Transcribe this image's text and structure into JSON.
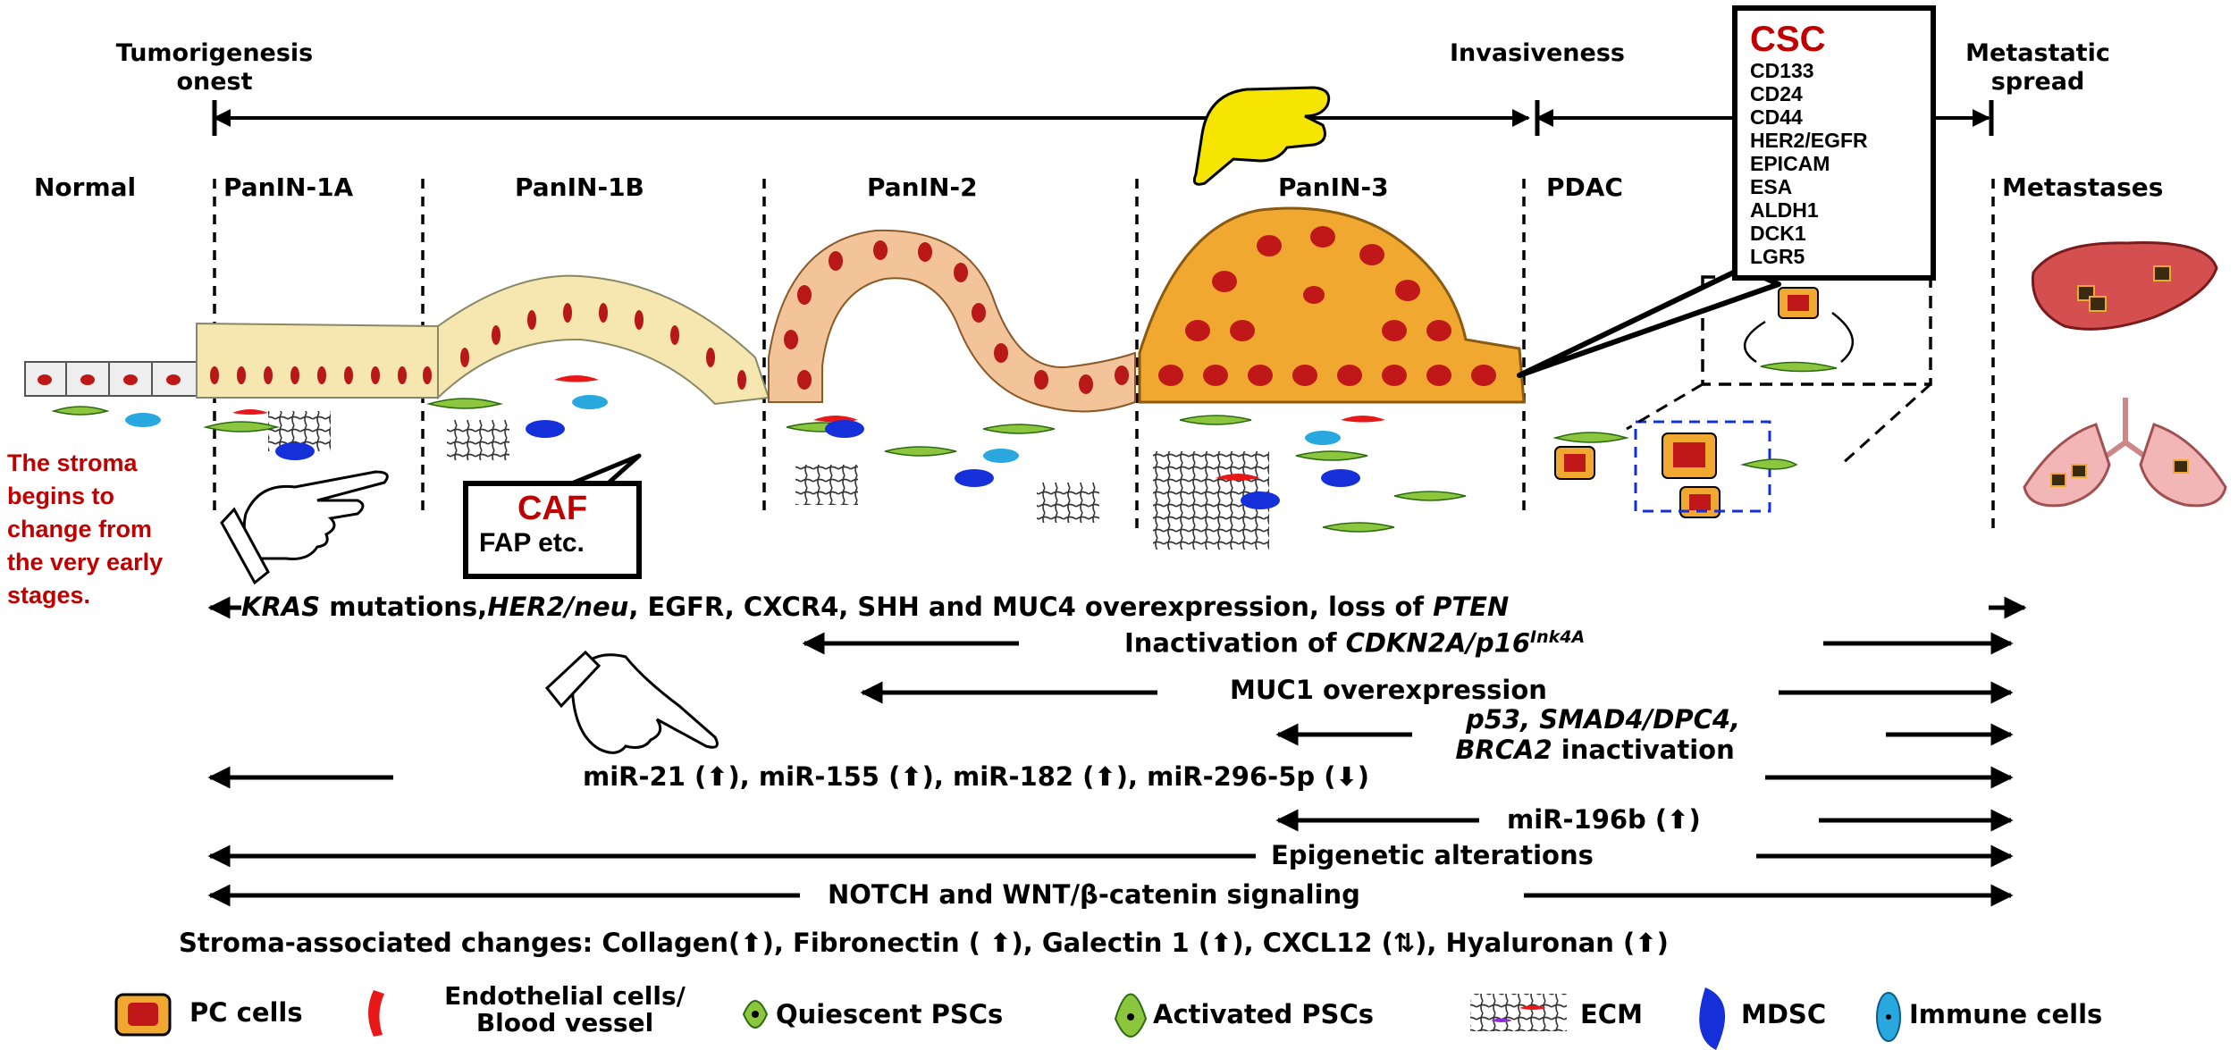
{
  "timeline": {
    "tumorigenesis": "Tumorigenesis onest",
    "invasiveness": "Invasiveness",
    "metastatic": "Metastatic spread"
  },
  "stages": [
    "Normal",
    "PanIN-1A",
    "PanIN-1B",
    "PanIN-2",
    "PanIN-3",
    "PDAC",
    "Metastases"
  ],
  "csc": {
    "title": "CSC",
    "markers": [
      "CD133",
      "CD24",
      "CD44",
      "HER2/EGFR",
      "EPICAM",
      "ESA",
      "ALDH1",
      "DCK1",
      "LGR5"
    ]
  },
  "caf": {
    "title": "CAF",
    "sub": "FAP etc."
  },
  "stroma_note": "The stroma begins to change from the very early stages.",
  "rows": {
    "kras": {
      "kras": "KRAS",
      "mut": " mutations,",
      "her2": "HER2/neu",
      "rest": ", EGFR, CXCR4, SHH and MUC4 overexpression, loss of ",
      "pten": "PTEN"
    },
    "cdkn2a": {
      "pre": "Inactivation of ",
      "gene": "CDKN2A/p16",
      "sup": "Ink4A"
    },
    "muc1": "MUC1 overexpression",
    "p53": {
      "line1": "p53, SMAD4/DPC4,",
      "brca": "BRCA2",
      "inact": " inactivation"
    },
    "mir": {
      "a": "miR-21 (",
      "b": "), miR-155 (",
      "c": "), miR-182 (",
      "d": "), miR-296-5p (",
      "e": ")"
    },
    "mir196": {
      "a": "miR-196b (",
      "b": ")"
    },
    "epigenetic": "Epigenetic alterations",
    "notch": "NOTCH and WNT/β-catenin signaling",
    "stromal": {
      "a": "Stroma-associated changes: Collagen(",
      "b": "), Fibronectin ( ",
      "c": "), Galectin 1 (",
      "d": "), CXCL12 (",
      "e": "), Hyaluronan (",
      "f": ")"
    }
  },
  "legend": {
    "pc": "PC cells",
    "endo1": "Endothelial cells/",
    "endo2": "Blood vessel",
    "quiescent": "Quiescent PSCs",
    "activated": "Activated PSCs",
    "ecm": "ECM",
    "mdsc": "MDSC",
    "immune": "Immune cells"
  },
  "colors": {
    "accent_red": "#c00000",
    "pc_cell_fill": "#f0a830",
    "nucleus": "#c01818",
    "endothelial": "#e81818",
    "psc_green": "#8cc63f",
    "mdsc_blue": "#1530d8",
    "immune_cyan": "#29a8e0",
    "hand_yellow": "#f5e400"
  }
}
